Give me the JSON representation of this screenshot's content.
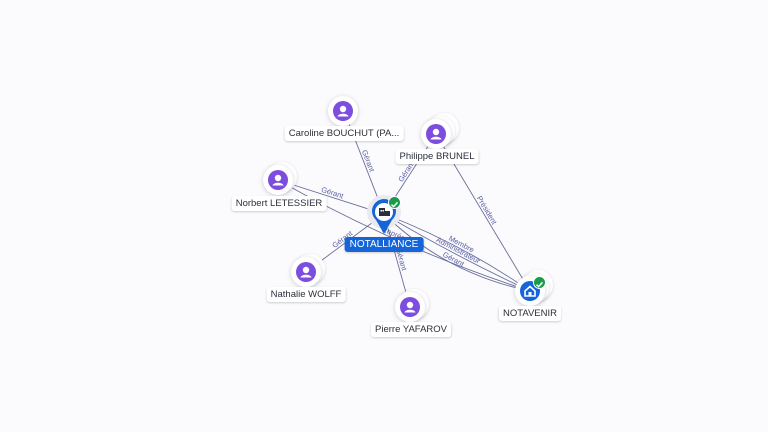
{
  "center": {
    "label": "NOTALLIANCE",
    "icon": "building-icon",
    "verified": true
  },
  "company2": {
    "label": "NOTAVENIR",
    "icon": "house-icon",
    "verified": true
  },
  "people": [
    {
      "key": "caroline",
      "label": "Caroline BOUCHUT (PA..."
    },
    {
      "key": "philippe",
      "label": "Philippe BRUNEL"
    },
    {
      "key": "norbert",
      "label": "Norbert LETESSIER"
    },
    {
      "key": "nathalie",
      "label": "Nathalie WOLFF"
    },
    {
      "key": "pierre",
      "label": "Pierre YAFAROV"
    }
  ],
  "edges": [
    {
      "from": "caroline",
      "to": "center",
      "label": "Gérant"
    },
    {
      "from": "philippe",
      "to": "center",
      "label": "Gérant"
    },
    {
      "from": "norbert",
      "to": "center",
      "label": "Gérant"
    },
    {
      "from": "nathalie",
      "to": "center",
      "label": "Gérant"
    },
    {
      "from": "pierre",
      "to": "center",
      "label": "Gérant"
    },
    {
      "from": "philippe",
      "to": "company2",
      "label": "Président"
    },
    {
      "from": "center",
      "to": "company2",
      "label": "Membre"
    },
    {
      "from": "center",
      "to": "company2",
      "label": "Administrateur"
    },
    {
      "from": "norbert",
      "to": "company2",
      "label": "Représentant"
    },
    {
      "from": "center",
      "to": "company2",
      "label": "Gérant"
    }
  ],
  "colors": {
    "accent": "#1565d8",
    "person": "#7c4dde",
    "edge": "#6a6f9a",
    "verified": "#1a9b4b"
  }
}
